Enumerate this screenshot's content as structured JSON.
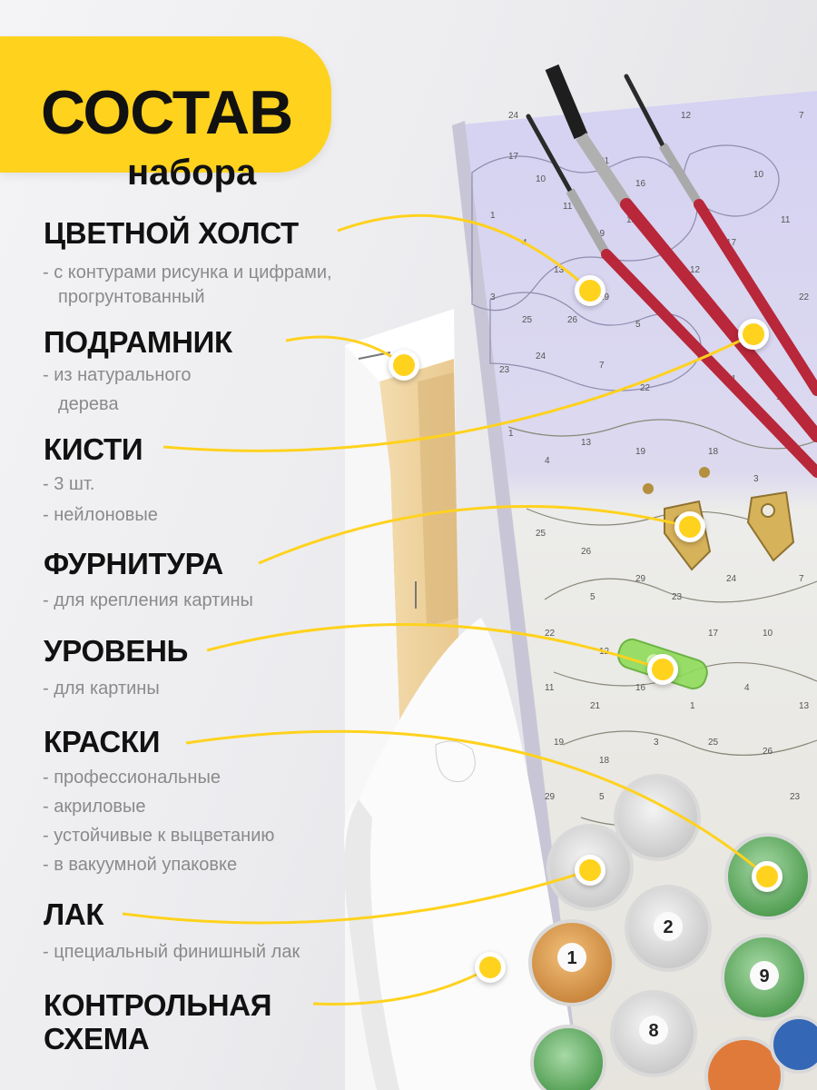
{
  "header": {
    "title": "СОСТАВ",
    "subtitle": "набора"
  },
  "items": [
    {
      "title": "ЦВЕТНОЙ ХОЛСТ",
      "lines": [
        "- с контурами рисунка и цифрами,",
        "прогрунтованный"
      ]
    },
    {
      "title": "ПОДРАМНИК",
      "lines": [
        "- из натурального",
        "дерева"
      ]
    },
    {
      "title": "КИСТИ",
      "lines": [
        "- 3 шт.",
        "- нейлоновые"
      ]
    },
    {
      "title": "ФУРНИТУРА",
      "lines": [
        "- для крепления картины"
      ]
    },
    {
      "title": "УРОВЕНЬ",
      "lines": [
        "- для картины"
      ]
    },
    {
      "title": "КРАСКИ",
      "lines": [
        "- профессиональные",
        "- акриловые",
        "- устойчивые к выцветанию",
        "- в вакуумной упаковке"
      ]
    },
    {
      "title": "ЛАК",
      "lines": [
        "- цпециальный финишный лак"
      ]
    },
    {
      "title": "КОНТРОЛЬНАЯ",
      "lines": [
        "СХЕМА"
      ]
    }
  ],
  "paint_pots": [
    "1",
    "2",
    "9",
    "8"
  ],
  "canvas_numbers": [
    "17",
    "10",
    "11",
    "21",
    "16",
    "1",
    "4",
    "13",
    "19",
    "18",
    "3",
    "25",
    "26",
    "29",
    "5",
    "23",
    "24",
    "7",
    "22",
    "12"
  ],
  "colors": {
    "accent": "#ffd21e",
    "title_text": "#111111",
    "secondary_text": "#8a8a8a",
    "brush_handle": "#b8273a",
    "canvas_lilac": "#c9c6ee",
    "level_green": "#8fdc5a"
  }
}
